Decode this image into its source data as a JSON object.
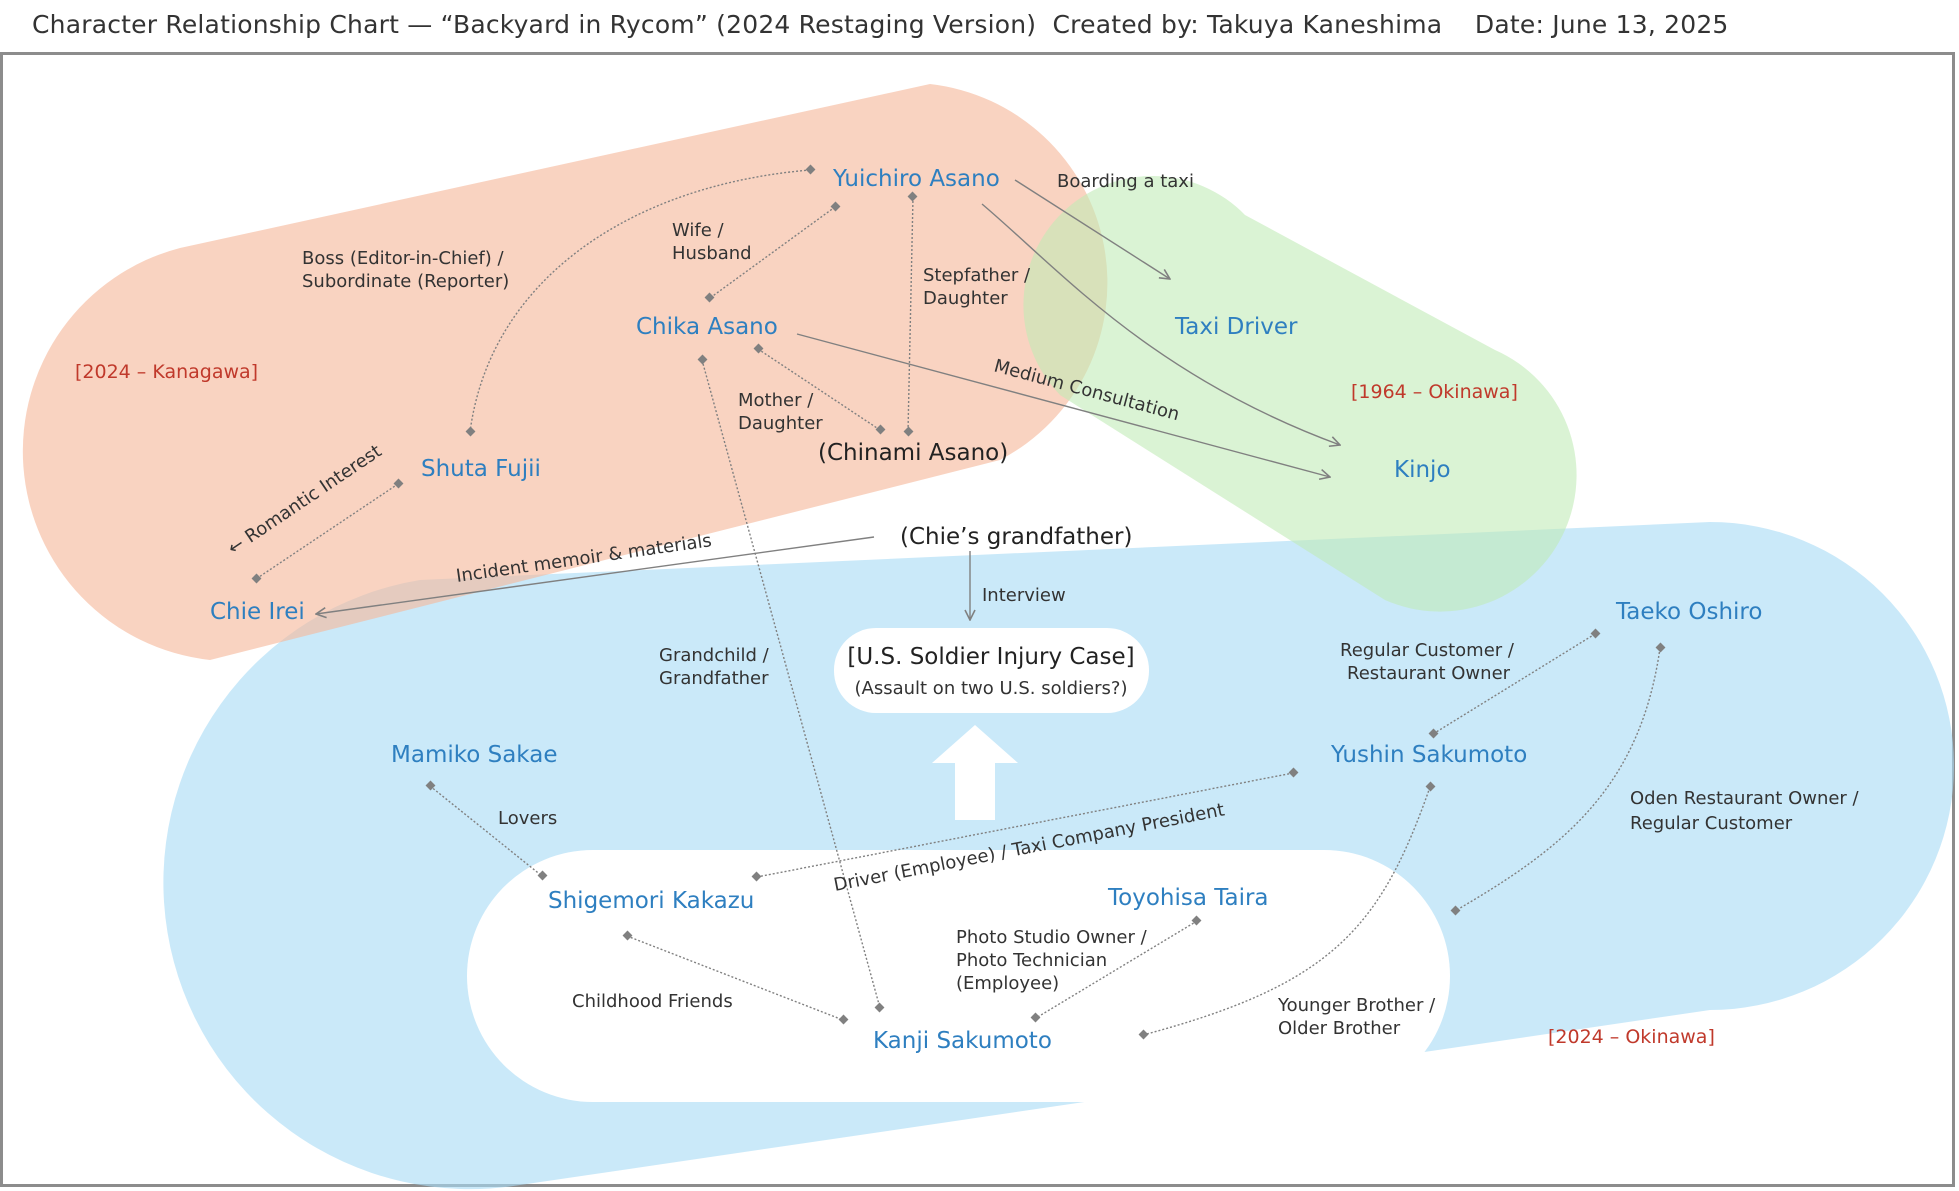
{
  "header": {
    "title": "Character Relationship Chart — “Backyard in Rycom” (2024 Restaging Version)",
    "created_by": "Created by: Takuya Kaneshima",
    "date": "Date: June 13, 2025"
  },
  "colors": {
    "person": "#2e7fc0",
    "region": "#c0392b",
    "kanagawa_fill": "#f5b89b",
    "okinawa1964_fill": "#bfeab5",
    "okinawa2024_fill": "#a9dcf5",
    "line": "#808080"
  },
  "regions": {
    "kanagawa": "[2024 – Kanagawa]",
    "okinawa_1964": "[1964 – Okinawa]",
    "okinawa_2024": "[2024 – Okinawa]"
  },
  "people": {
    "yuichiro": "Yuichiro Asano",
    "chika": "Chika Asano",
    "chinami": "(Chinami Asano)",
    "shuta": "Shuta Fujii",
    "chie": "Chie Irei",
    "taxi_driver": "Taxi Driver",
    "kinjo": "Kinjo",
    "grandfather": "(Chie’s grandfather)",
    "taeko": "Taeko Oshiro",
    "yushin": "Yushin Sakumoto",
    "mamiko": "Mamiko Sakae",
    "shigemori": "Shigemori Kakazu",
    "toyohisa": "Toyohisa Taira",
    "kanji": "Kanji Sakumoto"
  },
  "case": {
    "title": "[U.S. Soldier Injury Case]",
    "subtitle": "(Assault on two U.S. soldiers?)"
  },
  "relations": {
    "boss_1": "Boss (Editor-in-Chief) /",
    "boss_2": "Subordinate (Reporter)",
    "wife_1": "Wife /",
    "wife_2": "Husband",
    "stepfather_1": "Stepfather /",
    "stepfather_2": "Daughter",
    "mother_1": "Mother /",
    "mother_2": "Daughter",
    "taxi": "Boarding a taxi",
    "medium": "Medium Consultation",
    "romantic": "← Romantic Interest",
    "memoir": "Incident memoir & materials",
    "interview": "Interview",
    "grandchild_1": "Grandchild /",
    "grandchild_2": "Grandfather",
    "regular_1": "Regular Customer /",
    "regular_2": "Restaurant Owner",
    "oden_1": "Oden Restaurant Owner /",
    "oden_2": "Regular Customer",
    "lovers": "Lovers",
    "driver": "Driver (Employee) / Taxi Company President",
    "photo_1": "Photo Studio Owner /",
    "photo_2": "Photo Technician",
    "photo_3": "(Employee)",
    "childhood": "Childhood Friends",
    "brother_1": "Younger Brother /",
    "brother_2": "Older Brother"
  }
}
